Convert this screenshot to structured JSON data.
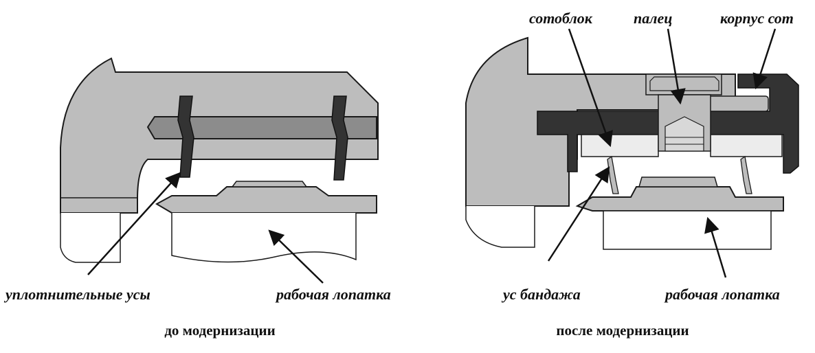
{
  "before": {
    "caption": "до модернизации",
    "label_seals": "уплотнительные усы",
    "label_blade": "рабочая лопатка"
  },
  "after": {
    "caption": "после модернизации",
    "label_honeycomb": "сотоблок",
    "label_pin": "палец",
    "label_housing": "корпус сот",
    "label_shroud": "ус бандажа",
    "label_blade": "рабочая лопатка"
  },
  "colors": {
    "light_gray": "#bdbdbd",
    "mid_gray": "#8c8c8c",
    "dark": "#333333",
    "very_light": "#ececec",
    "outline": "#1a1a1a"
  }
}
